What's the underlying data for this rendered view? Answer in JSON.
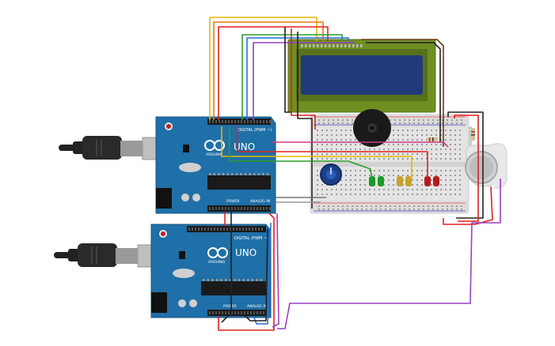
{
  "arduino_top": {
    "brand": "UNO",
    "logo_text": "ARDUINO",
    "header_digital": "DIGITAL (PWM ~)",
    "header_power": "POWER",
    "header_analog": "ANALOG IN"
  },
  "arduino_bottom": {
    "brand": "UNO",
    "logo_text": "ARDUINO",
    "header_digital": "DIGITAL (PWM ~)",
    "header_power": "POWER",
    "header_analog": "ANALOG IN"
  },
  "colors": {
    "board": "#1f6fa8",
    "board_dark": "#17557f",
    "lcd_frame": "#6f8f23",
    "lcd_screen": "#223a7a",
    "breadboard": "#e6e6e6",
    "wire_red": "#e02020",
    "wire_black": "#222222",
    "wire_yellow": "#e8b800",
    "wire_green": "#2aa02a",
    "wire_blue": "#2a6fd8",
    "wire_purple": "#9a3fc4",
    "wire_orange": "#e07a10",
    "wire_magenta": "#d03a8a"
  },
  "components": {
    "usb_cable_top": "usb-cable-icon",
    "usb_cable_bottom": "usb-cable-icon",
    "lcd": "lcd-16x2-icon",
    "buzzer": "piezo-buzzer-icon",
    "potentiometer": "potentiometer-icon",
    "gas_sensor": "gas-sensor-icon",
    "leds": [
      "led-green-icon",
      "led-green-icon",
      "led-yellow-icon",
      "led-yellow-icon",
      "led-red-icon",
      "led-red-icon"
    ]
  }
}
